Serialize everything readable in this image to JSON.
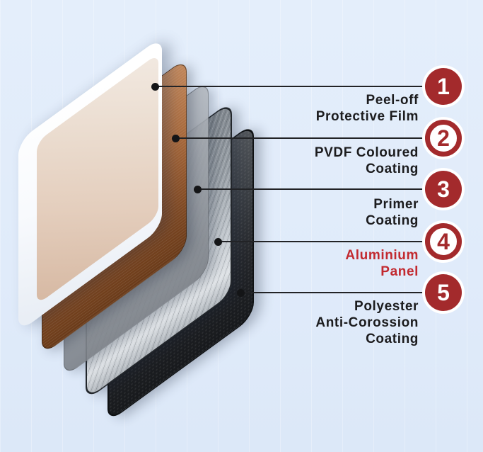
{
  "colors": {
    "background": "#e1ecfa",
    "badge_red": "#a32a2c",
    "accent_red": "#c2292f",
    "text": "#1c1c1e",
    "line": "#222326",
    "copper_face": "#9c5e31",
    "primer_face": "#9aa0a7",
    "aluminium_face": "#b9bfc6",
    "polyester_face": "#2b2e32",
    "film_face": "#ffffff",
    "film_tint": "#e9d5c6"
  },
  "layers": [
    {
      "id": "peel-off-protective-film",
      "label": "Peel-off Protective Film"
    },
    {
      "id": "pvdf-coloured-coating",
      "label": "PVDF Coloured Coating"
    },
    {
      "id": "primer-coating",
      "label": "Primer Coating"
    },
    {
      "id": "aluminium-panel",
      "label": "Aluminium Panel"
    },
    {
      "id": "polyester-anti-corossion-coating",
      "label": "Polyester Anti-Corossion Coating"
    }
  ],
  "callouts": {
    "c1": {
      "number": "1",
      "style": "filled",
      "line1": "Peel-off",
      "line2": "Protective Film"
    },
    "c2": {
      "number": "2",
      "style": "outline",
      "line1": "PVDF Coloured",
      "line2": "Coating"
    },
    "c3": {
      "number": "3",
      "style": "filled",
      "line1": "Primer",
      "line2": "Coating"
    },
    "c4": {
      "number": "4",
      "style": "outline",
      "line1": "Aluminium",
      "line2": "Panel"
    },
    "c5": {
      "number": "5",
      "style": "filled",
      "line1": "Polyester",
      "line2": "Anti-Corossion",
      "line3": "Coating"
    }
  }
}
